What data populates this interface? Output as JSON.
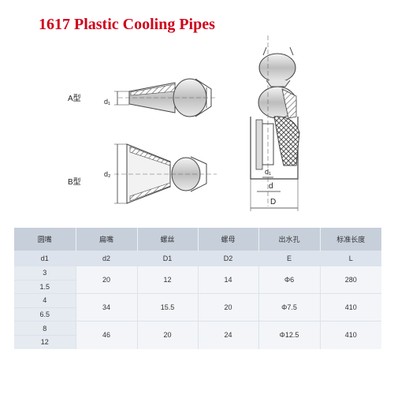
{
  "title": "1617 Plastic Cooling Pipes",
  "diagram": {
    "type_a_label": "A型",
    "type_b_label": "B型",
    "dim_d1_a": "d₁",
    "dim_d2_b": "d₂",
    "dim_d1": "d₁",
    "dim_d": "d",
    "dim_D": "D"
  },
  "table": {
    "headers": [
      "圆嘴",
      "扁嘴",
      "螺丝",
      "螺母",
      "出水孔",
      "标准长度"
    ],
    "symbols": [
      "d1",
      "d2",
      "D1",
      "D2",
      "E",
      "L"
    ],
    "rows": [
      {
        "a": "3",
        "b": "1.5",
        "d2": "20",
        "D1": "12",
        "D2": "14",
        "E": "Φ6",
        "L": "280"
      },
      {
        "a": "4",
        "b": "6.5",
        "d2": "34",
        "D1": "15.5",
        "D2": "20",
        "E": "Φ7.5",
        "L": "410"
      },
      {
        "a": "8",
        "b": "12",
        "d2": "46",
        "D1": "20",
        "D2": "24",
        "E": "Φ12.5",
        "L": "410"
      }
    ]
  }
}
